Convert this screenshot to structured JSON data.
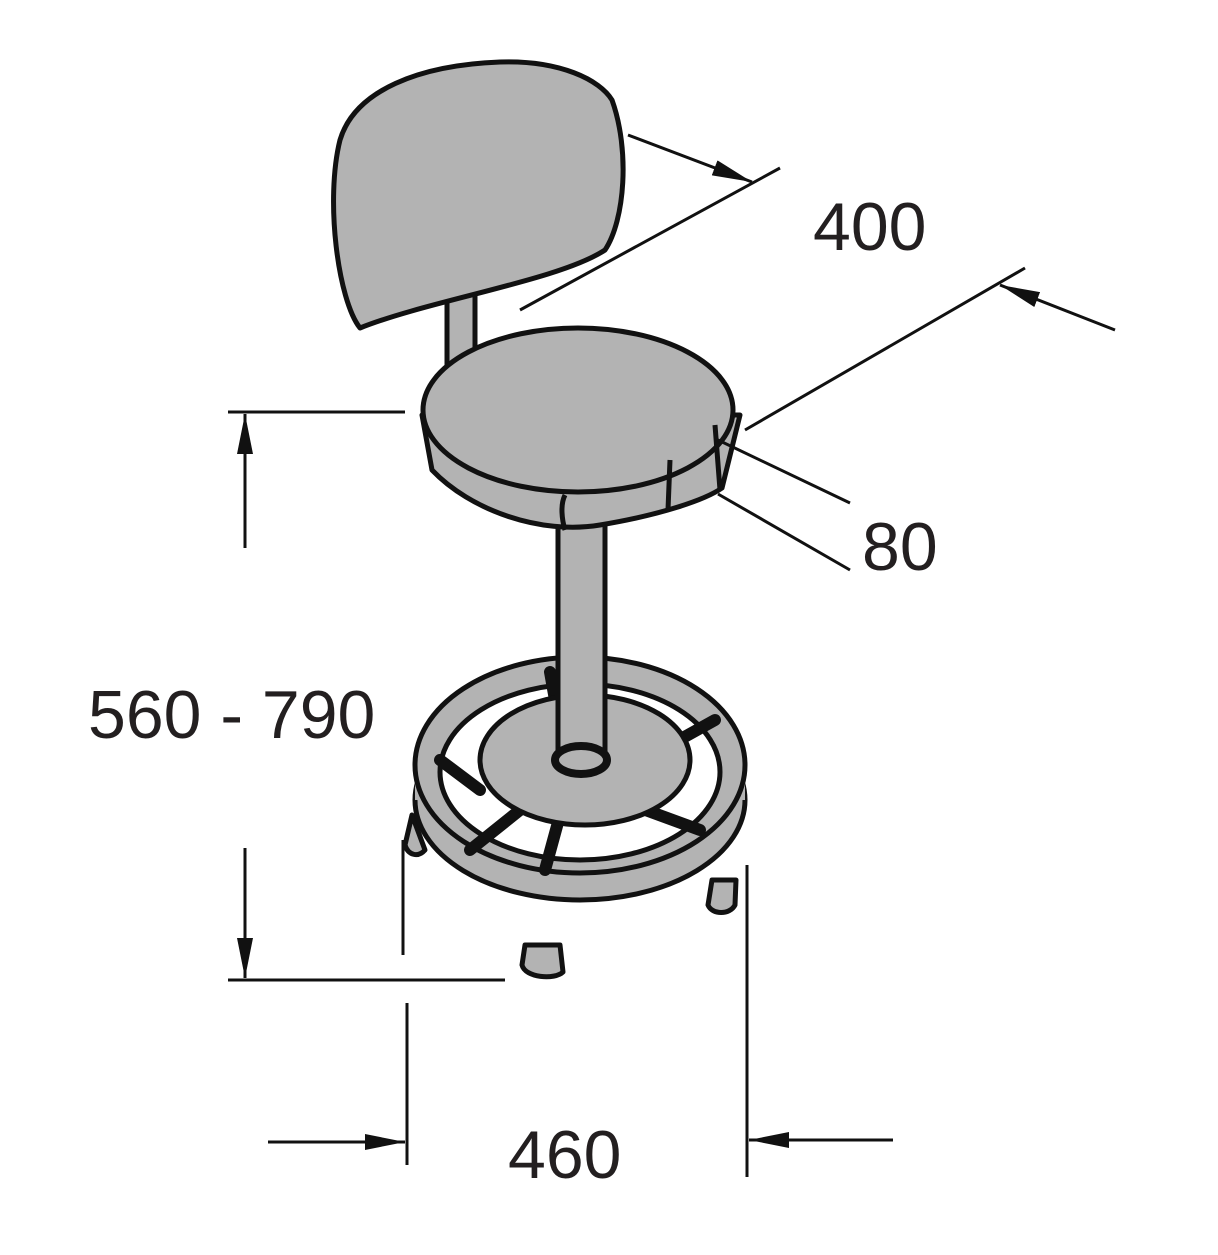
{
  "colors": {
    "fill": "#b3b3b3",
    "line": "#111111",
    "text": "#231f20"
  },
  "dimensions": {
    "backrest_width": "400",
    "seat_thickness": "80",
    "seat_height_range": "560 - 790",
    "base_diameter": "460"
  }
}
